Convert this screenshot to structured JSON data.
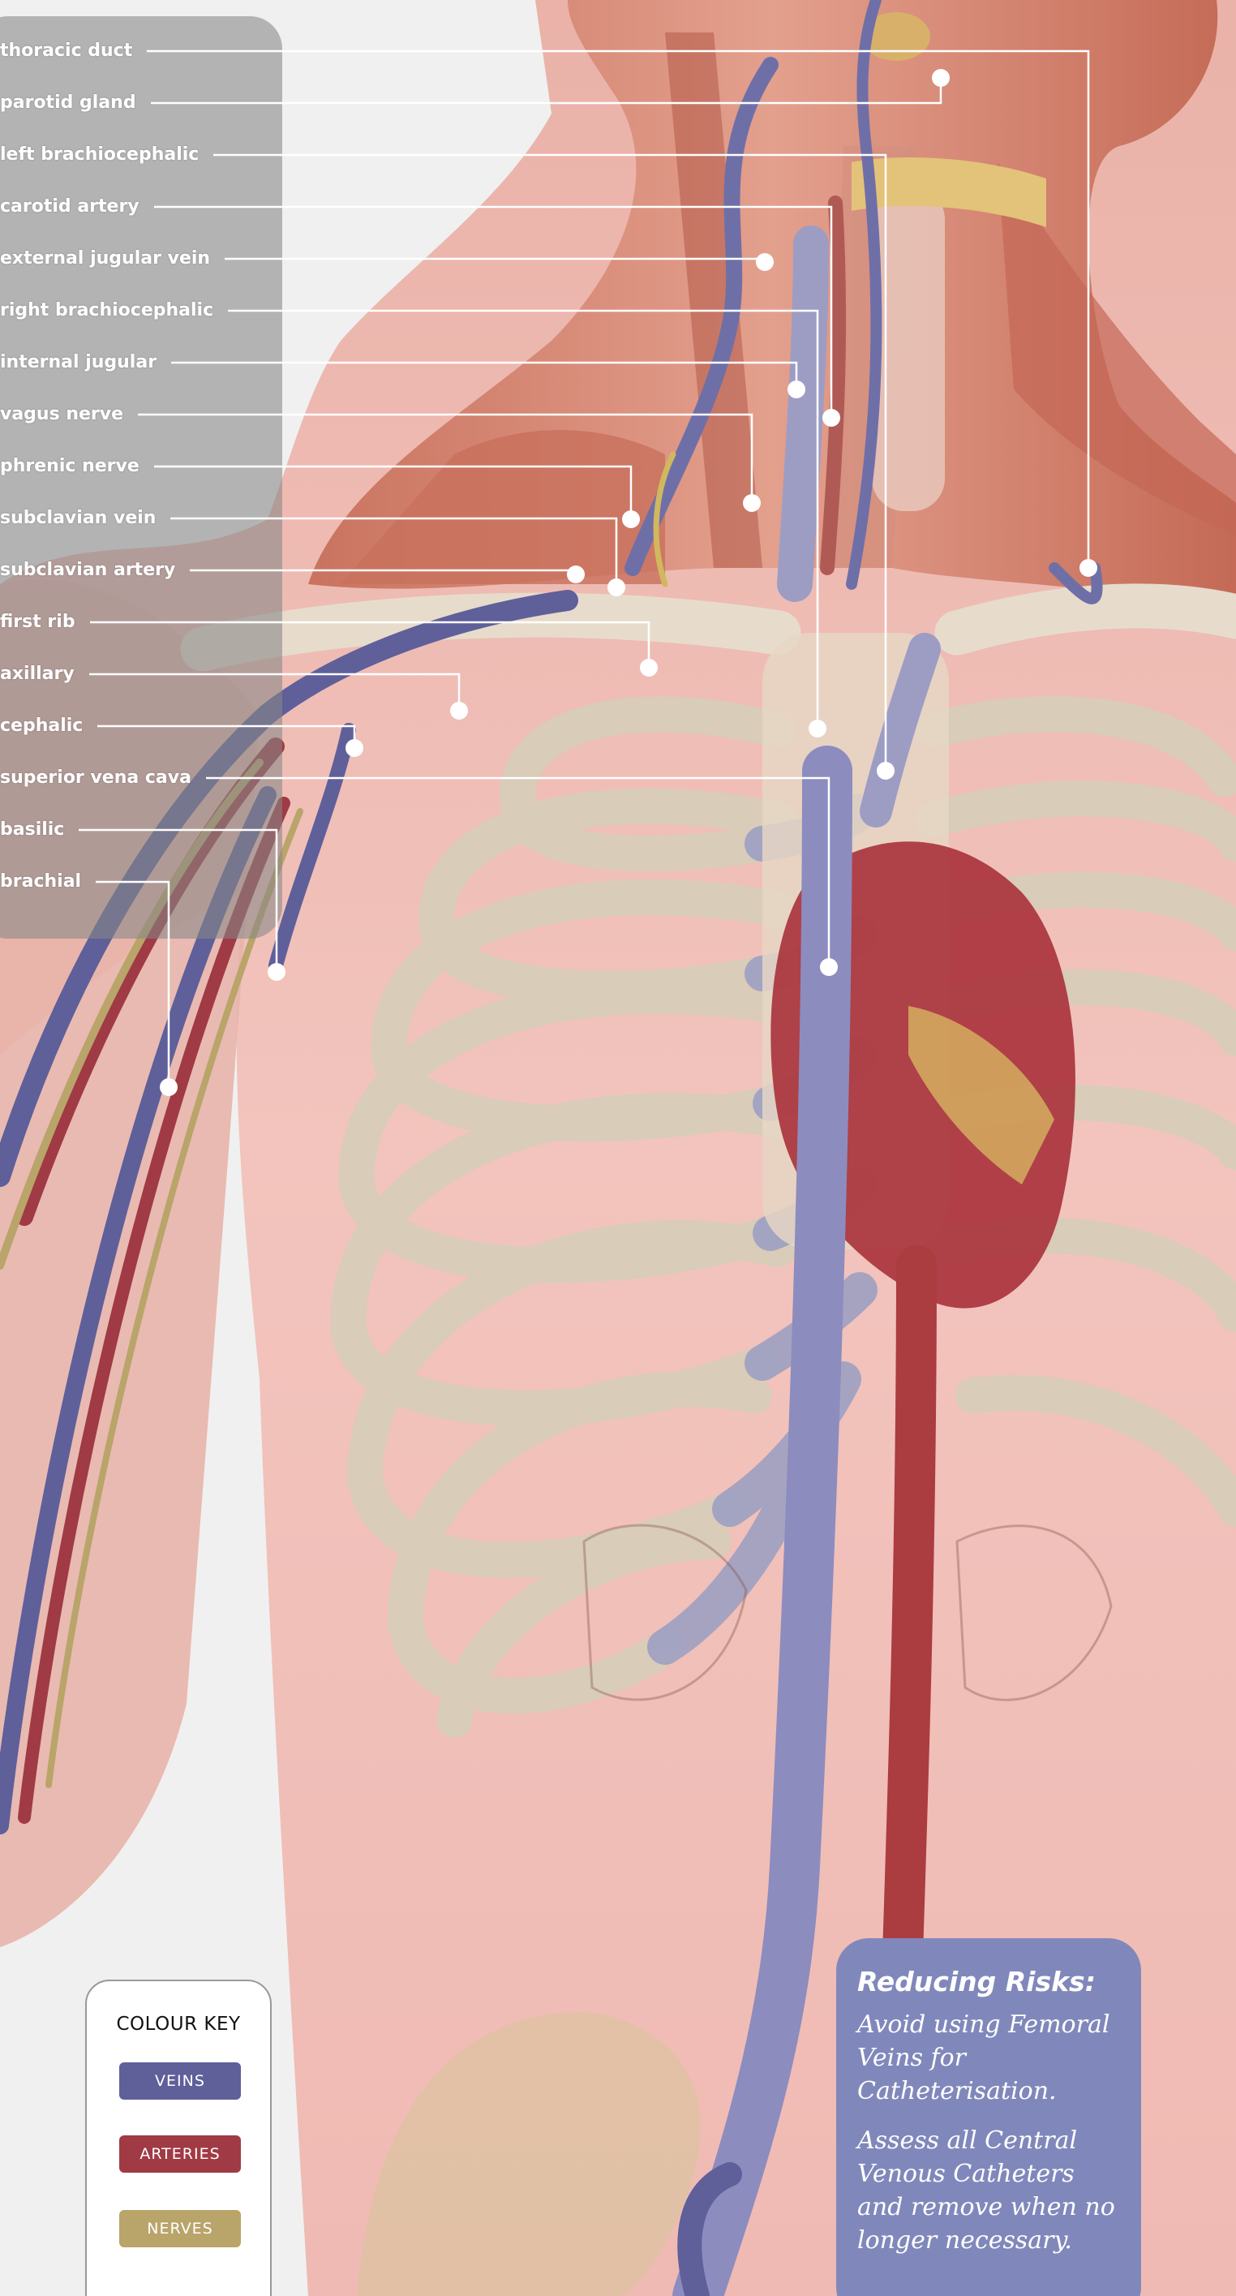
{
  "labels": [
    "thoracic duct",
    "parotid gland",
    "left brachiocephalic",
    "carotid artery",
    "external jugular vein",
    "right brachiocephalic",
    "internal jugular",
    "vagus nerve",
    "phrenic nerve",
    "subclavian vein",
    "subclavian artery",
    "first rib",
    "axillary",
    "cephalic",
    "superior vena cava",
    "basilic",
    "brachial"
  ],
  "colour_key": {
    "title": "COLOUR KEY",
    "veins_label": "VEINS",
    "arteries_label": "ARTERIES",
    "nerves_label": "NERVES"
  },
  "colors": {
    "veins": "#5f5f9a",
    "arteries": "#a03a44",
    "nerves": "#b9a46a",
    "callout": "#8088bb"
  },
  "callout": {
    "heading": "Reducing Risks:",
    "paragraph1": "Avoid using Femoral Veins for Catheterisation.",
    "paragraph2": "Assess all Central Venous Catheters and remove when no longer necessary."
  }
}
